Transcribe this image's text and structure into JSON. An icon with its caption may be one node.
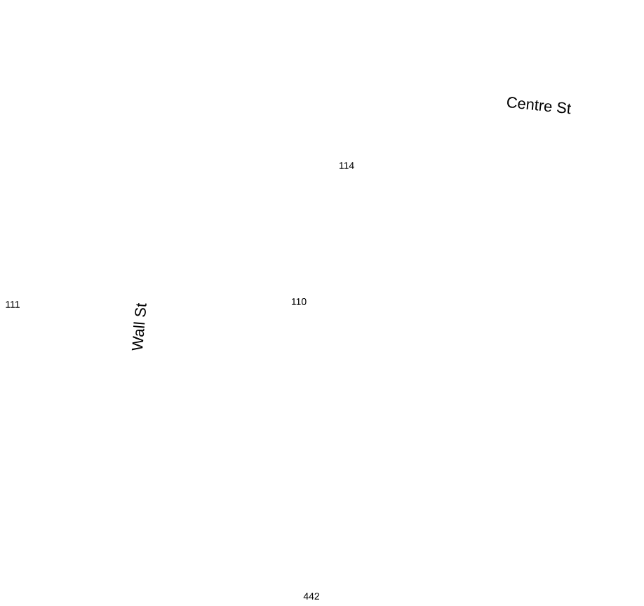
{
  "diagram": {
    "labels": [
      "Centre St",
      "114",
      "111",
      "Wall St",
      "110",
      "442"
    ]
  }
}
